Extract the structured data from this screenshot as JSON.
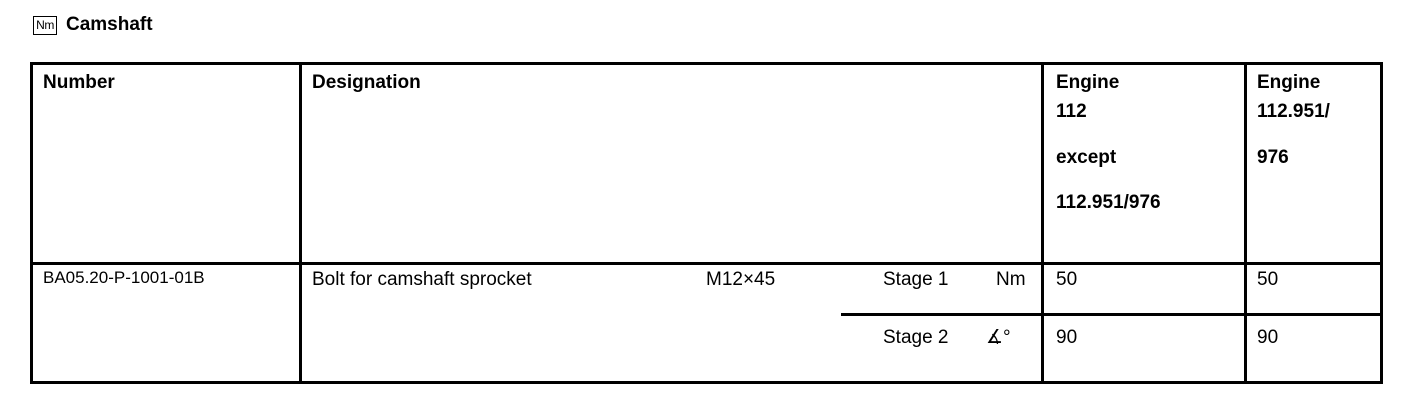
{
  "heading": {
    "icon_text": "Nm",
    "title": "Camshaft"
  },
  "table": {
    "headers": {
      "number": "Number",
      "designation": "Designation",
      "engine_a": [
        "Engine",
        "112",
        "except",
        "112.951/976"
      ],
      "engine_b": [
        "Engine",
        "112.951/",
        "976"
      ]
    },
    "row": {
      "number": "BA05.20-P-1001-01B",
      "designation": "Bolt for camshaft sprocket",
      "size": "M12×45",
      "stages": [
        {
          "label": "Stage 1",
          "unit": "Nm",
          "engine_a": "50",
          "engine_b": "50"
        },
        {
          "label": "Stage 2",
          "unit": "∡°",
          "engine_a": "90",
          "engine_b": "90"
        }
      ]
    }
  }
}
